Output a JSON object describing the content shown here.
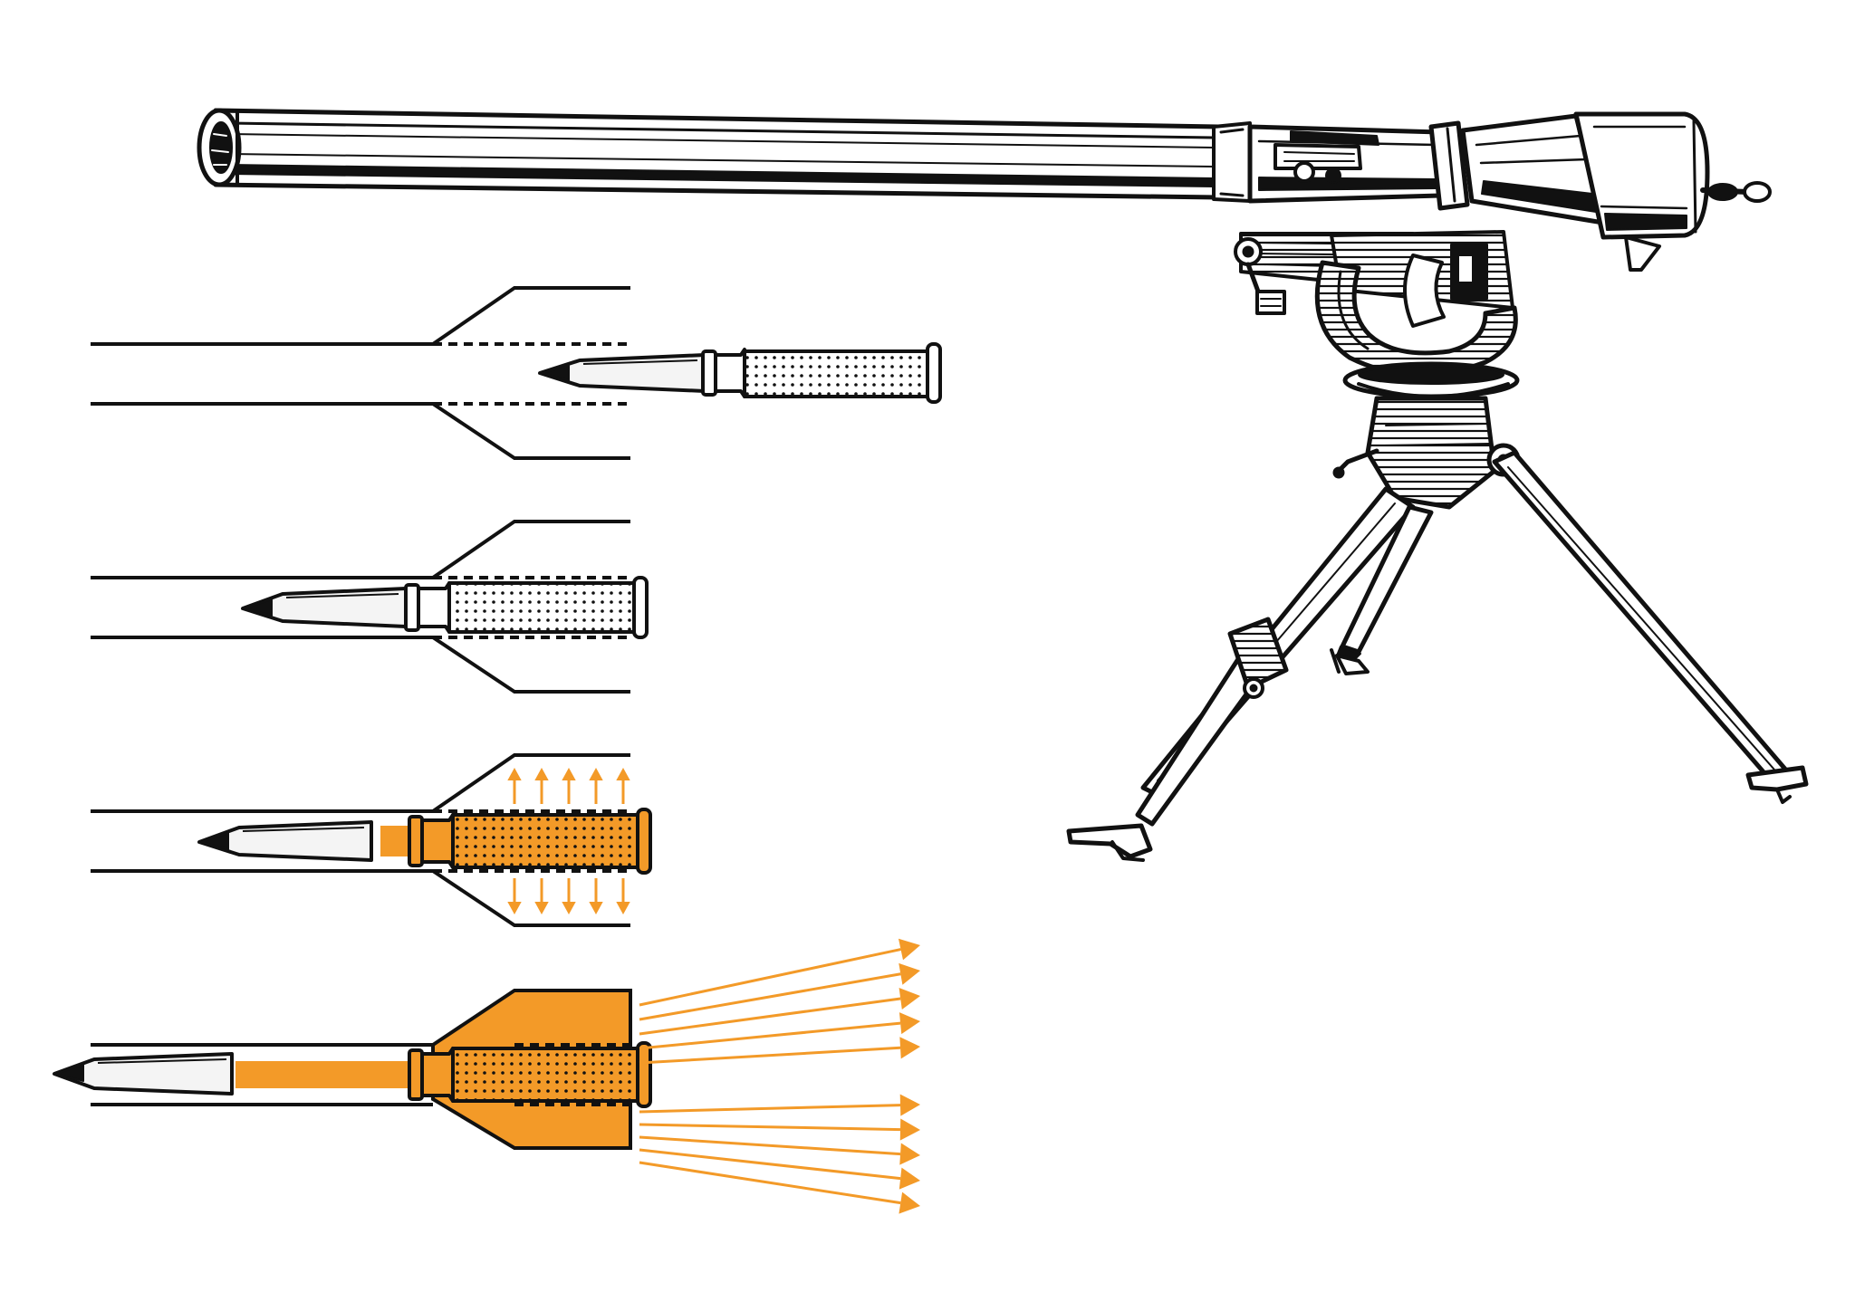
{
  "diagram": {
    "colors": {
      "ink": "#111111",
      "blast": "#f39a28",
      "background": "#ffffff",
      "metal_light": "#f4f4f4"
    },
    "stages": [
      {
        "name": "cartridge-loading",
        "shows_blast": false,
        "shows_side_vents": false
      },
      {
        "name": "cartridge-chambered",
        "shows_blast": false,
        "shows_side_vents": false
      },
      {
        "name": "propellant-ignition",
        "shows_blast": true,
        "shows_side_vents": true
      },
      {
        "name": "projectile-fired-backblast",
        "shows_blast": true,
        "shows_side_vents": true
      }
    ],
    "arrow_counts": {
      "ignition_up": 5,
      "ignition_down": 5,
      "backblast_upper": 5,
      "backblast_lower": 5
    },
    "illustration": {
      "subject": "recoilless-rifle-on-tripod",
      "icons": [
        "barrel-icon",
        "breech-icon",
        "sight-icon",
        "tripod-icon"
      ]
    }
  }
}
